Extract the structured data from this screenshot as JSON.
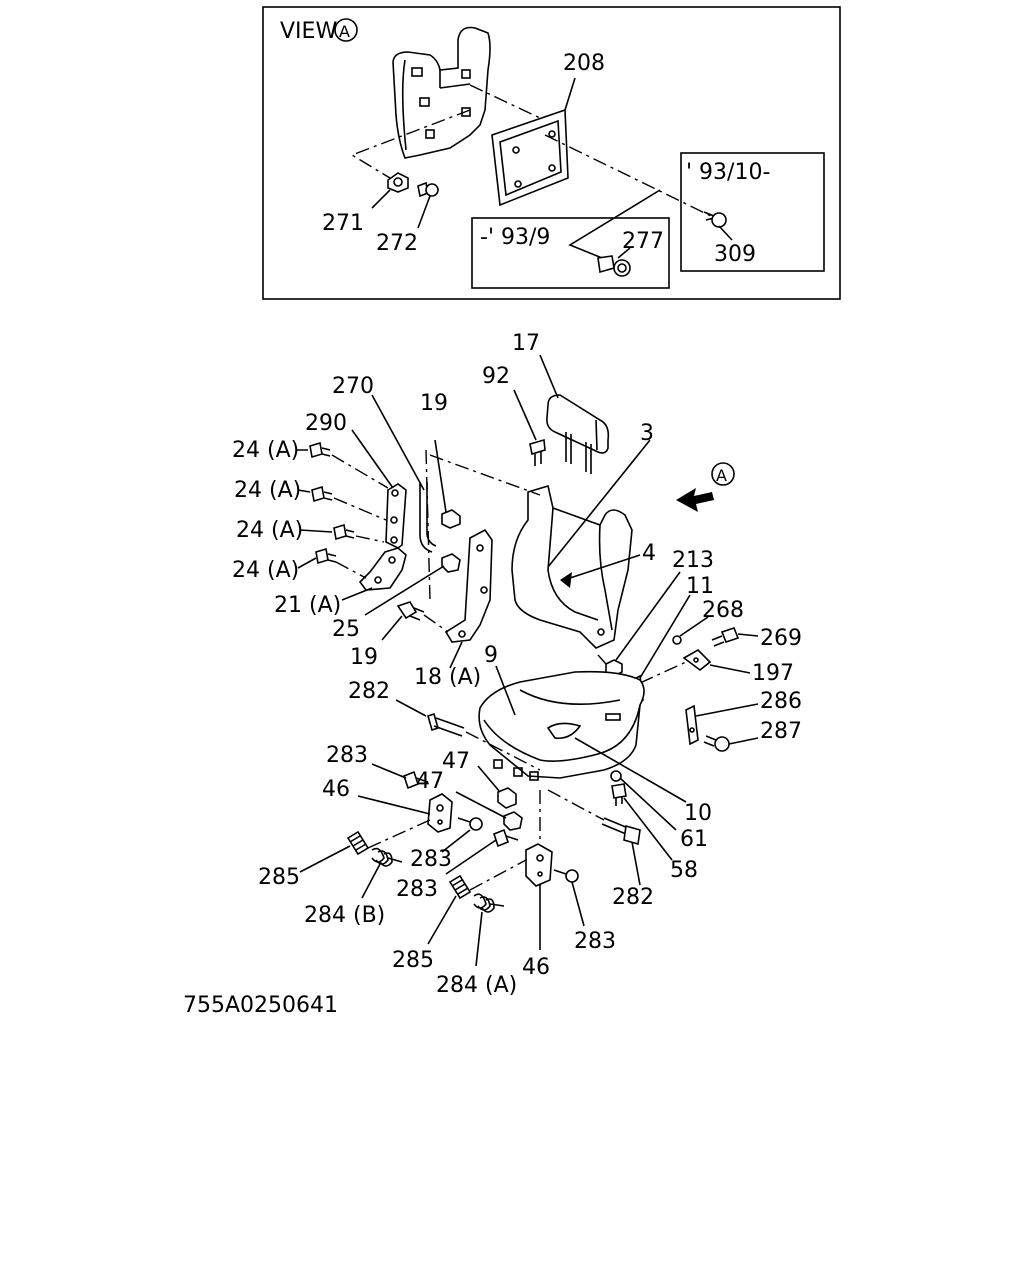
{
  "view_box": {
    "title": "VIEW",
    "circle_letter": "A",
    "range_new": "' 93/10-",
    "range_old": "-' 93/9"
  },
  "arrow_letter": "A",
  "part_labels": {
    "p208": "208",
    "p271": "271",
    "p272": "272",
    "p277": "277",
    "p309": "309",
    "p17": "17",
    "p92": "92",
    "p270": "270",
    "p19a": "19",
    "p3": "3",
    "p290": "290",
    "p24a1": "24 (A)",
    "p24a2": "24 (A)",
    "p24a3": "24 (A)",
    "p24a4": "24 (A)",
    "p4": "4",
    "p213": "213",
    "p11": "11",
    "p268": "268",
    "p269": "269",
    "p197": "197",
    "p21a": "21 (A)",
    "p25": "25",
    "p19b": "19",
    "p18a": "18 (A)",
    "p9": "9",
    "p282a": "282",
    "p286": "286",
    "p287": "287",
    "p283a": "283",
    "p47a": "47",
    "p47b": "47",
    "p46a": "46",
    "p10": "10",
    "p61": "61",
    "p58": "58",
    "p283b": "283",
    "p283c": "283",
    "p285a": "285",
    "p284b": "284 (B)",
    "p282b": "282",
    "p283d": "283",
    "p285b": "285",
    "p46b": "46",
    "p284a": "284 (A)"
  },
  "drawing_number": "755A0250641"
}
